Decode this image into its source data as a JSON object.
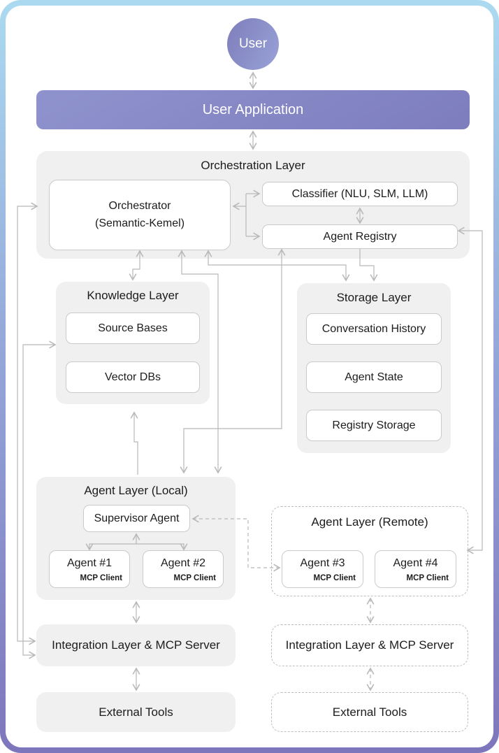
{
  "colors": {
    "frame_top": "#abdaf0",
    "frame_mid": "#93a3d7",
    "frame_bottom": "#7e76bc",
    "layer_bg": "#f0f0f0",
    "box_border": "#cacaca",
    "dash_border": "#bdbdbd",
    "arrow": "#b8b8b8",
    "ink": "#1c1c1c",
    "purple_a": "#8f93cd",
    "purple_b": "#7d7dbe",
    "circle_a": "#8283bf",
    "circle_b": "#97a0d6"
  },
  "nodes": {
    "user": "User",
    "user_application": "User Application"
  },
  "orchestration": {
    "title": "Orchestration Layer",
    "orchestrator_line1": "Orchestrator",
    "orchestrator_line2": "(Semantic-Kemel)",
    "classifier": "Classifier (NLU, SLM, LLM)",
    "agent_registry": "Agent Registry"
  },
  "knowledge": {
    "title": "Knowledge Layer",
    "items": [
      "Source Bases",
      "Vector DBs"
    ]
  },
  "storage": {
    "title": "Storage Layer",
    "items": [
      "Conversation History",
      "Agent State",
      "Registry Storage"
    ]
  },
  "agent_local": {
    "title": "Agent Layer (Local)",
    "supervisor": "Supervisor Agent",
    "agents": [
      {
        "name": "Agent #1",
        "client": "MCP Client"
      },
      {
        "name": "Agent #2",
        "client": "MCP Client"
      }
    ]
  },
  "agent_remote": {
    "title": "Agent Layer (Remote)",
    "agents": [
      {
        "name": "Agent #3",
        "client": "MCP Client"
      },
      {
        "name": "Agent #4",
        "client": "MCP Client"
      }
    ]
  },
  "integration_local": "Integration Layer & MCP Server",
  "external_local": "External Tools",
  "integration_remote": "Integration Layer & MCP Server",
  "external_remote": "External Tools"
}
